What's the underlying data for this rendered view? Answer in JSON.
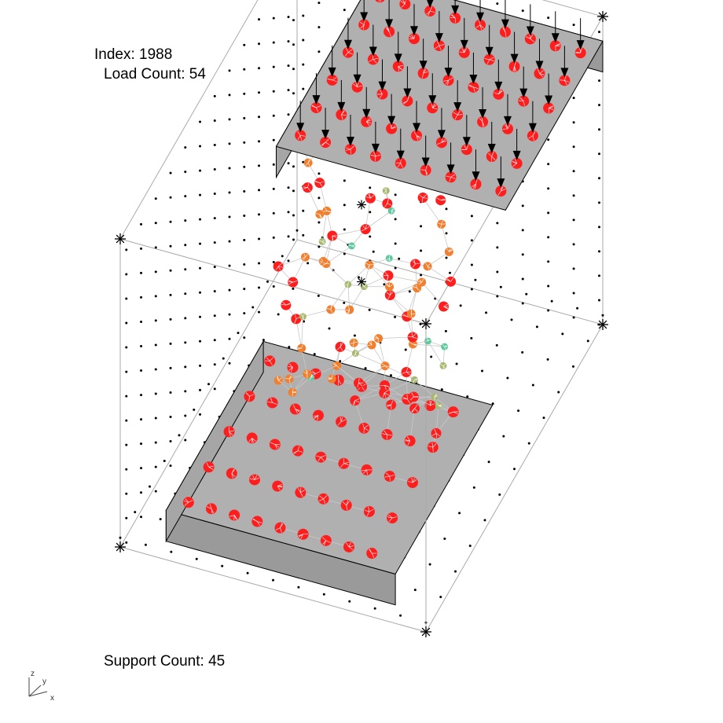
{
  "info": {
    "index_label": "Index: 1988",
    "load_label": "Load Count: 54",
    "support_label": "Support Count: 45"
  },
  "axes": {
    "z": "z",
    "y": "y",
    "x": "x"
  },
  "colors": {
    "plate": "#b0b0b0",
    "load_node": "#ff1e1e",
    "support_node": "#ff1e1e",
    "interior_node_scale": [
      "#ff1e1e",
      "#f08030",
      "#a8b870",
      "#60c8a0"
    ],
    "grid_dot": "#000000",
    "truss_line": "#c8c8c8",
    "bbox_line": "#aaaaaa"
  }
}
